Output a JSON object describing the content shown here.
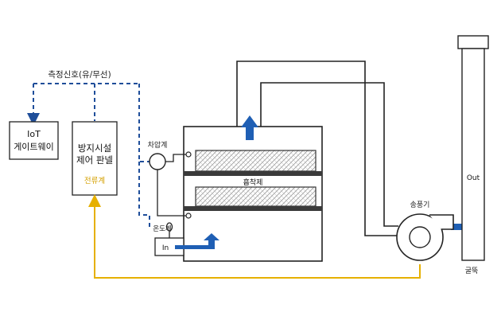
{
  "signal_label": "측정신호(유/무선)",
  "iot_gateway": {
    "line1": "IoT",
    "line2": "게이트웨이"
  },
  "control_panel": {
    "line1": "방지시설",
    "line2": "제어 판넬",
    "sub": "전류계"
  },
  "pressure_gauge": "차압계",
  "adsorbent": "흡착제",
  "thermometer": "온도계",
  "inlet": "In",
  "blower": "송풍기",
  "outlet": "Out",
  "chimney": "굴뚝",
  "colors": {
    "signal_line": "#1f4e9a",
    "current_line": "#e6b000",
    "arrow": "#1f5fb4",
    "current_label": "#d4a000"
  }
}
